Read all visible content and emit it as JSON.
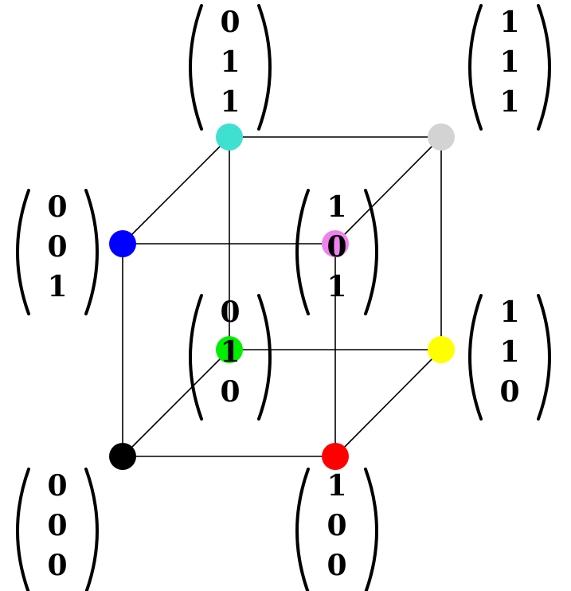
{
  "vertices": [
    {
      "id": "v000",
      "color": "#000000",
      "vector": [
        "0",
        "0",
        "0"
      ]
    },
    {
      "id": "v100",
      "color": "#ff0000",
      "vector": [
        "1",
        "0",
        "0"
      ]
    },
    {
      "id": "v010",
      "color": "#00ee00",
      "vector": [
        "0",
        "1",
        "0"
      ]
    },
    {
      "id": "v110",
      "color": "#ffff00",
      "vector": [
        "1",
        "1",
        "0"
      ]
    },
    {
      "id": "v001",
      "color": "#0000ff",
      "vector": [
        "0",
        "0",
        "1"
      ]
    },
    {
      "id": "v101",
      "color": "#ee82ee",
      "vector": [
        "1",
        "0",
        "1"
      ]
    },
    {
      "id": "v011",
      "color": "#40e0d0",
      "vector": [
        "0",
        "1",
        "1"
      ]
    },
    {
      "id": "v111",
      "color": "#d3d3d3",
      "vector": [
        "1",
        "1",
        "1"
      ]
    }
  ],
  "edges": [
    [
      "v000",
      "v100"
    ],
    [
      "v000",
      "v010"
    ],
    [
      "v000",
      "v001"
    ],
    [
      "v100",
      "v110"
    ],
    [
      "v100",
      "v101"
    ],
    [
      "v010",
      "v110"
    ],
    [
      "v010",
      "v011"
    ],
    [
      "v110",
      "v111"
    ],
    [
      "v001",
      "v101"
    ],
    [
      "v001",
      "v011"
    ],
    [
      "v101",
      "v111"
    ],
    [
      "v011",
      "v111"
    ]
  ]
}
